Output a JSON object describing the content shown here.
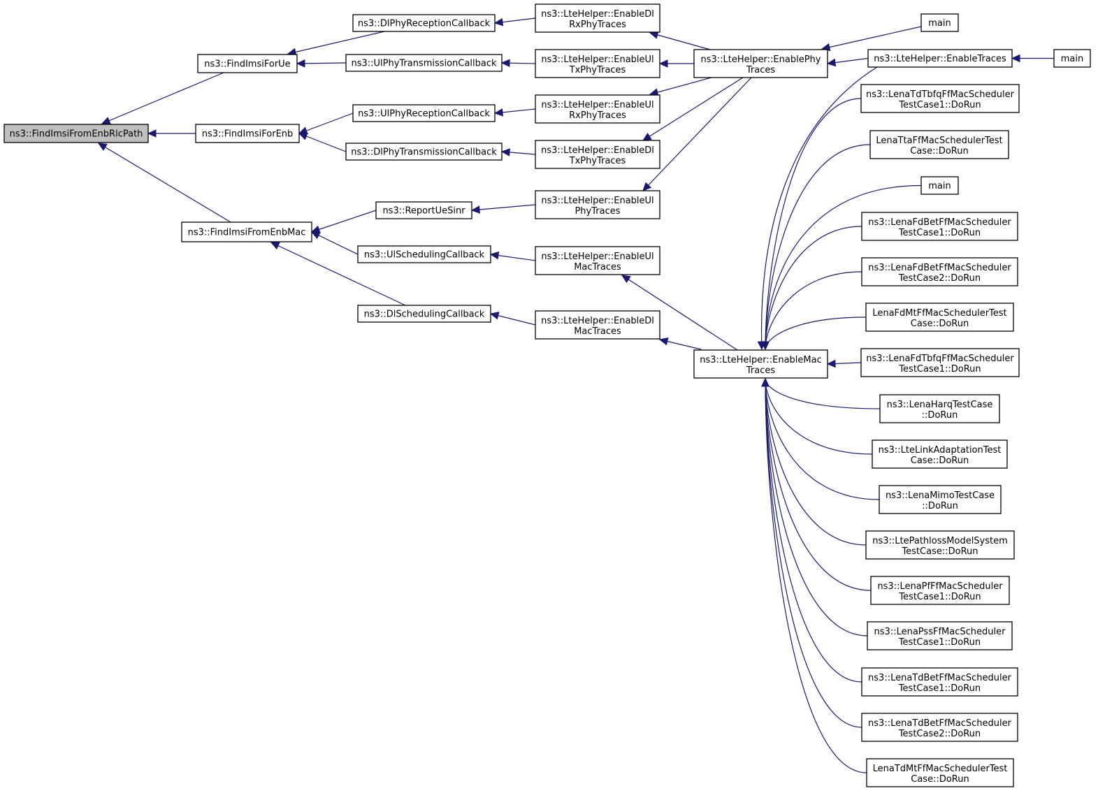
{
  "colors": {
    "edge": "#191970",
    "node_fill": "#ffffff",
    "highlight_fill": "#bfbfbf",
    "border": "#000000"
  },
  "nodes": {
    "root": [
      "ns3::FindImsiFromEnbRlcPath"
    ],
    "ue": [
      "ns3::FindImsiForUe"
    ],
    "enb": [
      "ns3::FindImsiForEnb"
    ],
    "mac": [
      "ns3::FindImsiFromEnbMac"
    ],
    "dlrxcb": [
      "ns3::DlPhyReceptionCallback"
    ],
    "ultxcb": [
      "ns3::UlPhyTransmissionCallback"
    ],
    "ulrxcb": [
      "ns3::UlPhyReceptionCallback"
    ],
    "dltxcb": [
      "ns3::DlPhyTransmissionCallback"
    ],
    "sinr": [
      "ns3::ReportUeSinr"
    ],
    "ulsched": [
      "ns3::UlSchedulingCallback"
    ],
    "dlsched": [
      "ns3::DlSchedulingCallback"
    ],
    "edlrx": [
      "ns3::LteHelper::EnableDl",
      "RxPhyTraces"
    ],
    "eultx": [
      "ns3::LteHelper::EnableUl",
      "TxPhyTraces"
    ],
    "eulrx": [
      "ns3::LteHelper::EnableUl",
      "RxPhyTraces"
    ],
    "edltx": [
      "ns3::LteHelper::EnableDl",
      "TxPhyTraces"
    ],
    "eulphy": [
      "ns3::LteHelper::EnableUl",
      "PhyTraces"
    ],
    "eulmac": [
      "ns3::LteHelper::EnableUl",
      "MacTraces"
    ],
    "edlmac": [
      "ns3::LteHelper::EnableDl",
      "MacTraces"
    ],
    "ephy": [
      "ns3::LteHelper::EnablePhy",
      "Traces"
    ],
    "emac": [
      "ns3::LteHelper::EnableMac",
      "Traces"
    ],
    "main1": [
      "main"
    ],
    "etraces": [
      "ns3::LteHelper::EnableTraces"
    ],
    "main2": [
      "main"
    ],
    "tdtbfq": [
      "ns3::LenaTdTbfqFfMacScheduler",
      "TestCase1::DoRun"
    ],
    "tta": [
      "LenaTtaFfMacSchedulerTest",
      "Case::DoRun"
    ],
    "main3": [
      "main"
    ],
    "fdbet1": [
      "ns3::LenaFdBetFfMacScheduler",
      "TestCase1::DoRun"
    ],
    "fdbet2": [
      "ns3::LenaFdBetFfMacScheduler",
      "TestCase2::DoRun"
    ],
    "fdmt": [
      "LenaFdMtFfMacSchedulerTest",
      "Case::DoRun"
    ],
    "fdtbfq": [
      "ns3::LenaFdTbfqFfMacScheduler",
      "TestCase1::DoRun"
    ],
    "harq": [
      "ns3::LenaHarqTestCase",
      "::DoRun"
    ],
    "linkadapt": [
      "ns3::LteLinkAdaptationTest",
      "Case::DoRun"
    ],
    "mimo": [
      "ns3::LenaMimoTestCase",
      "::DoRun"
    ],
    "pathloss": [
      "ns3::LtePathlossModelSystem",
      "TestCase::DoRun"
    ],
    "pf": [
      "ns3::LenaPfFfMacScheduler",
      "TestCase1::DoRun"
    ],
    "pss": [
      "ns3::LenaPssFfMacScheduler",
      "TestCase1::DoRun"
    ],
    "tdbet1": [
      "ns3::LenaTdBetFfMacScheduler",
      "TestCase1::DoRun"
    ],
    "tdbet2": [
      "ns3::LenaTdBetFfMacScheduler",
      "TestCase2::DoRun"
    ],
    "tdmt": [
      "LenaTdMtFfMacSchedulerTest",
      "Case::DoRun"
    ]
  },
  "edges": [
    [
      "ue",
      "root"
    ],
    [
      "enb",
      "root"
    ],
    [
      "mac",
      "root"
    ],
    [
      "dlrxcb",
      "ue"
    ],
    [
      "ultxcb",
      "ue"
    ],
    [
      "ulrxcb",
      "enb"
    ],
    [
      "dltxcb",
      "enb"
    ],
    [
      "sinr",
      "mac"
    ],
    [
      "ulsched",
      "mac"
    ],
    [
      "dlsched",
      "mac"
    ],
    [
      "edlrx",
      "dlrxcb"
    ],
    [
      "eultx",
      "ultxcb"
    ],
    [
      "eulrx",
      "ulrxcb"
    ],
    [
      "edltx",
      "dltxcb"
    ],
    [
      "eulphy",
      "sinr"
    ],
    [
      "eulmac",
      "ulsched"
    ],
    [
      "edlmac",
      "dlsched"
    ],
    [
      "ephy",
      "edlrx"
    ],
    [
      "ephy",
      "eultx"
    ],
    [
      "ephy",
      "eulrx"
    ],
    [
      "ephy",
      "edltx"
    ],
    [
      "ephy",
      "eulphy"
    ],
    [
      "emac",
      "eulmac"
    ],
    [
      "emac",
      "edlmac"
    ],
    [
      "main1",
      "ephy"
    ],
    [
      "etraces",
      "ephy"
    ],
    [
      "main2",
      "etraces"
    ],
    [
      "etraces",
      "emac"
    ],
    [
      "tdtbfq",
      "emac"
    ],
    [
      "tta",
      "emac"
    ],
    [
      "main3",
      "emac"
    ],
    [
      "fdbet1",
      "emac"
    ],
    [
      "fdbet2",
      "emac"
    ],
    [
      "fdmt",
      "emac"
    ],
    [
      "fdtbfq",
      "emac"
    ],
    [
      "harq",
      "emac"
    ],
    [
      "linkadapt",
      "emac"
    ],
    [
      "mimo",
      "emac"
    ],
    [
      "pathloss",
      "emac"
    ],
    [
      "pf",
      "emac"
    ],
    [
      "pss",
      "emac"
    ],
    [
      "tdbet1",
      "emac"
    ],
    [
      "tdbet2",
      "emac"
    ],
    [
      "tdmt",
      "emac"
    ]
  ]
}
